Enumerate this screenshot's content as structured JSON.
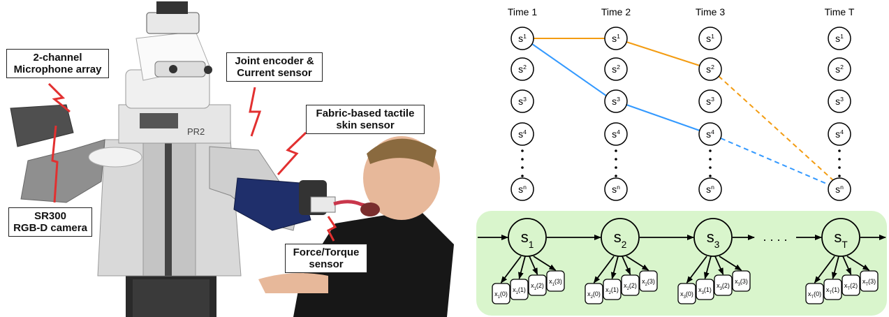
{
  "photo": {
    "labels": {
      "microphone": [
        "2-channel",
        "Microphone array"
      ],
      "joint": [
        "Joint encoder &",
        "Current sensor"
      ],
      "tactile": [
        "Fabric-based tactile",
        "skin sensor"
      ],
      "camera": [
        "SR300",
        "RGB-D camera"
      ],
      "force": [
        "Force/Torque",
        "sensor"
      ]
    },
    "robot_badge": "PR2"
  },
  "trellis": {
    "time_labels": [
      "Time 1",
      "Time 2",
      "Time 3",
      "Time T"
    ],
    "state_base": "s",
    "state_supers": [
      "1",
      "2",
      "3",
      "4",
      "n"
    ],
    "path_colors": {
      "orange": "#f39c12",
      "blue": "#3399ff"
    }
  },
  "hmm": {
    "background": "#d9f5cc",
    "states": [
      {
        "base": "s",
        "sub": "1",
        "obs": [
          [
            "x",
            "1",
            "(0)"
          ],
          [
            "x",
            "1",
            "(1)"
          ],
          [
            "x",
            "1",
            "(2)"
          ],
          [
            "x",
            "1",
            "(3)"
          ]
        ]
      },
      {
        "base": "s",
        "sub": "2",
        "obs": [
          [
            "x",
            "2",
            "(0)"
          ],
          [
            "x",
            "2",
            "(1)"
          ],
          [
            "x",
            "2",
            "(2)"
          ],
          [
            "x",
            "2",
            "(3)"
          ]
        ]
      },
      {
        "base": "s",
        "sub": "3",
        "obs": [
          [
            "x",
            "3",
            "(0)"
          ],
          [
            "x",
            "3",
            "(1)"
          ],
          [
            "x",
            "3",
            "(2)"
          ],
          [
            "x",
            "3",
            "(3)"
          ]
        ]
      },
      {
        "base": "s",
        "sub": "T",
        "obs": [
          [
            "x",
            "T",
            "(0)"
          ],
          [
            "x",
            "T",
            "(1)"
          ],
          [
            "x",
            "T",
            "(2)"
          ],
          [
            "x",
            "T",
            "(3)"
          ]
        ]
      }
    ],
    "ellipsis": ". . . ."
  }
}
